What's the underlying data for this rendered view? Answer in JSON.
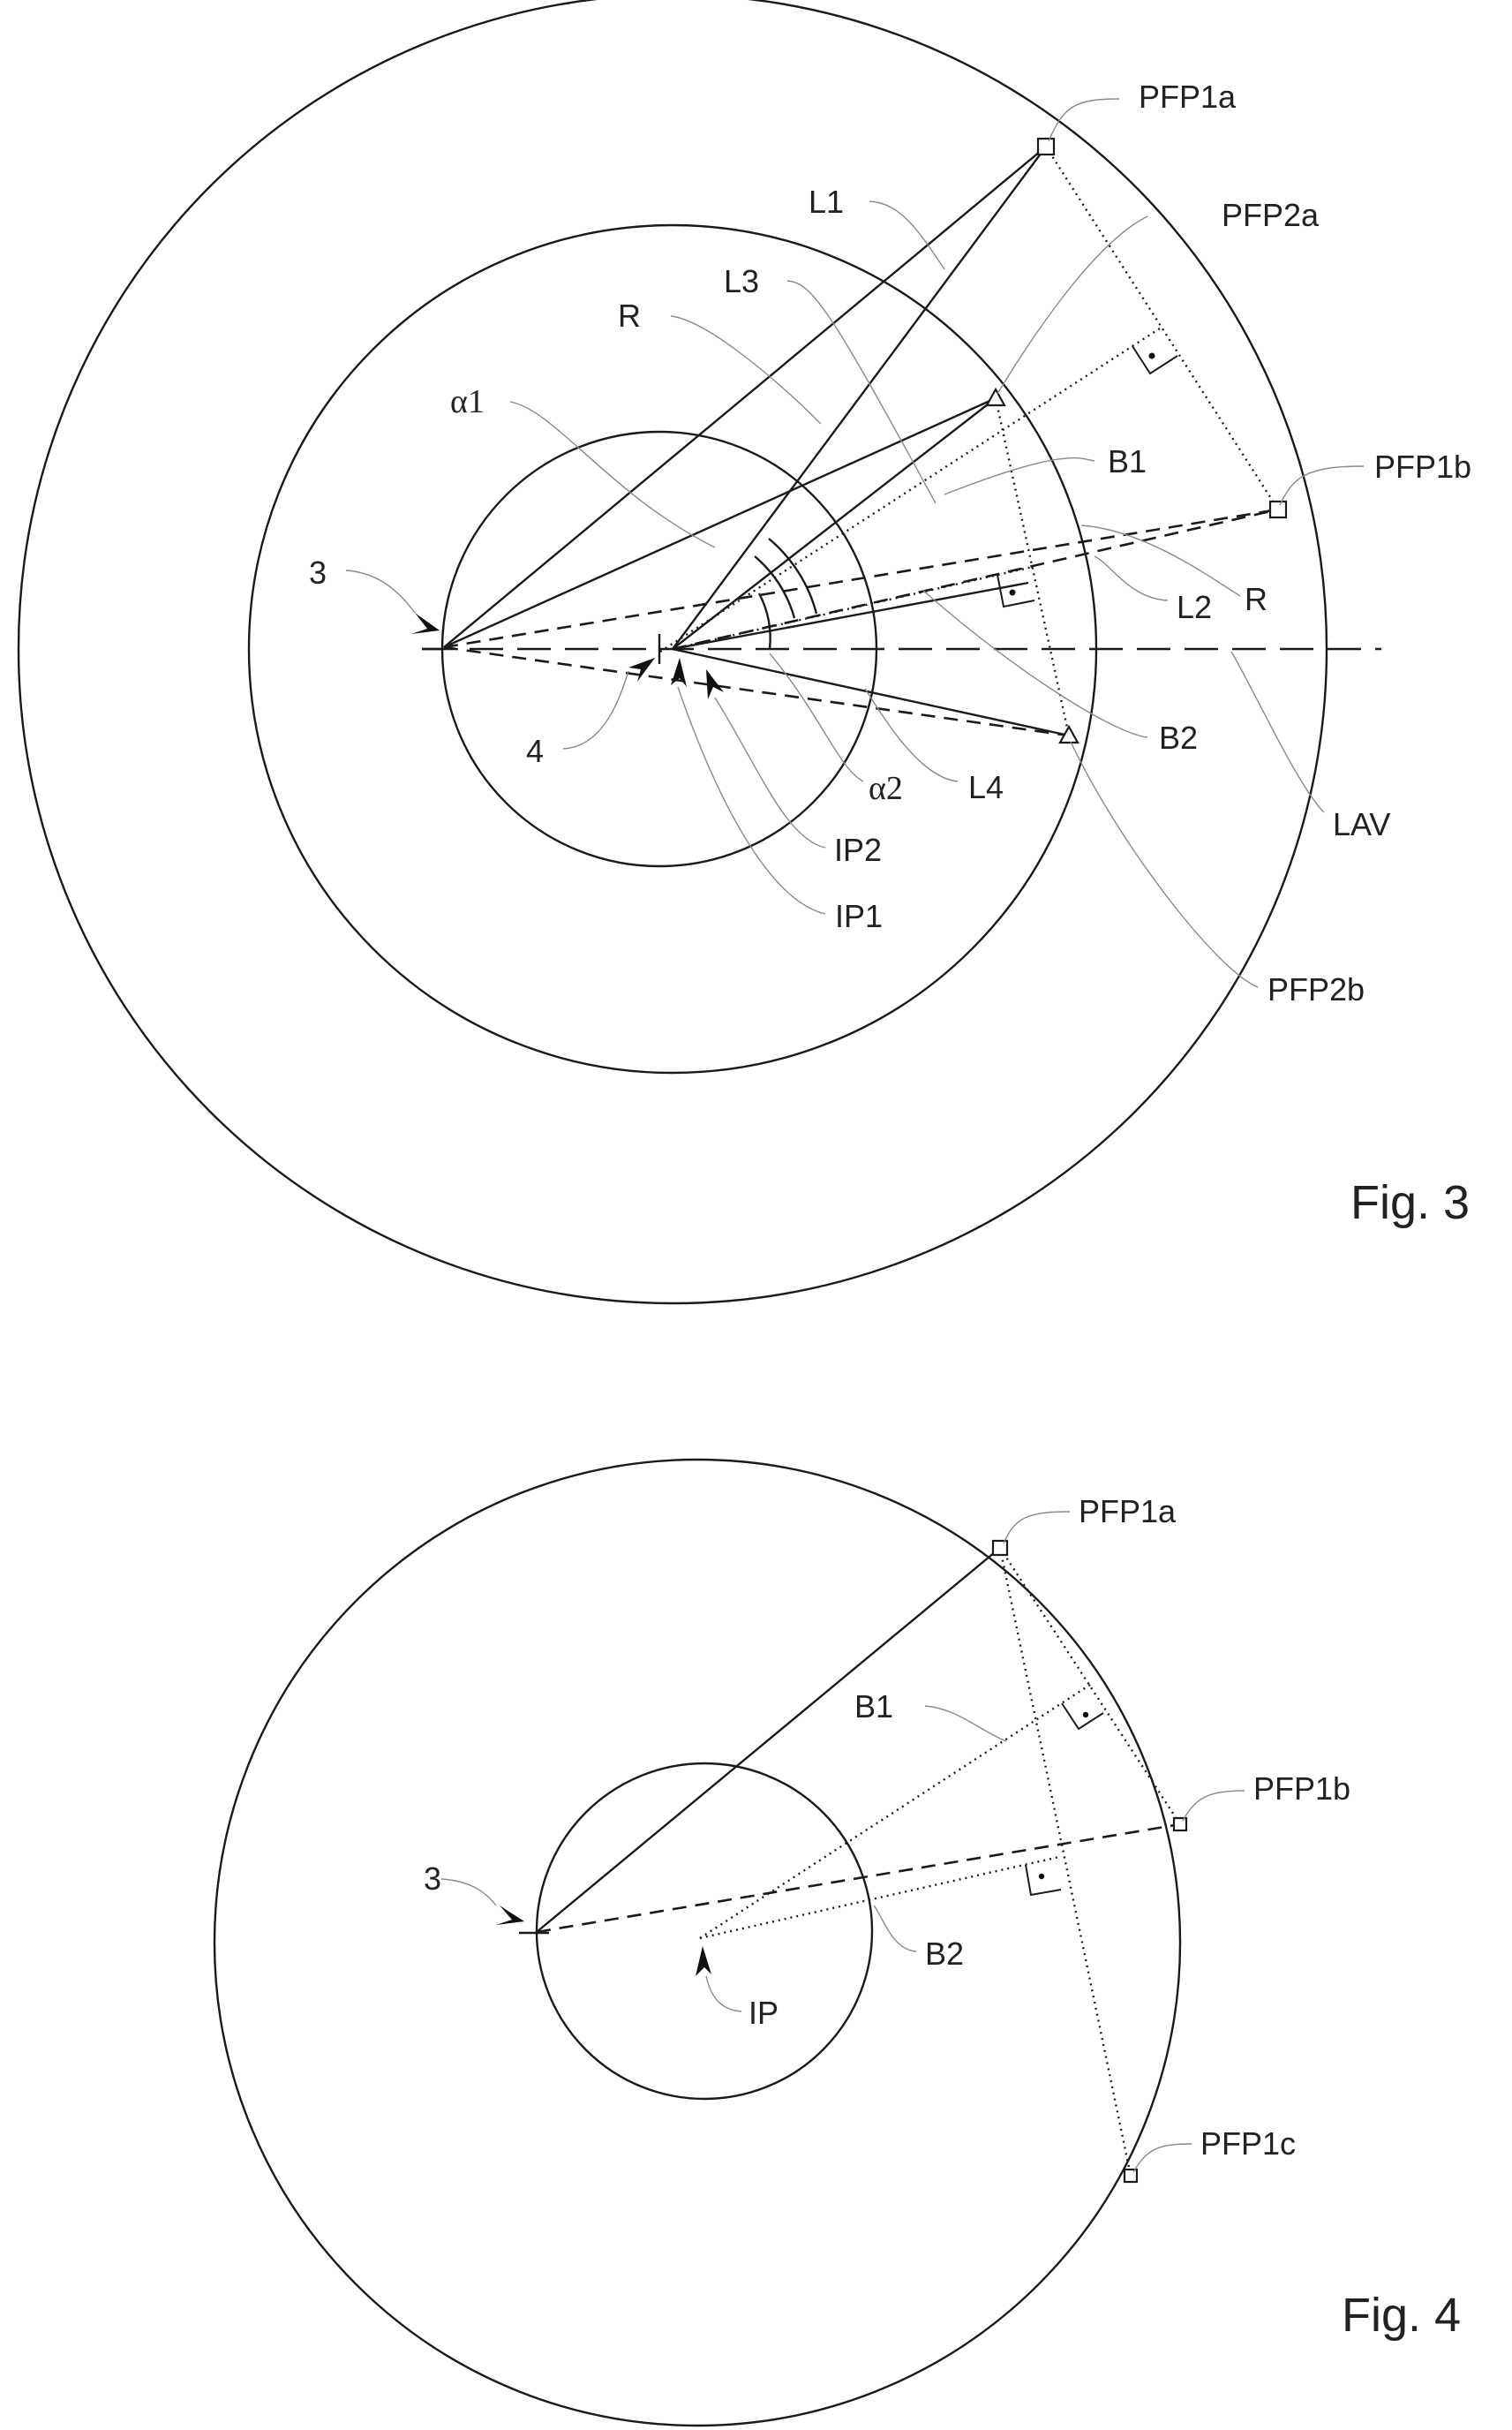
{
  "figure3": {
    "title": "Fig. 3",
    "labels": {
      "pfp1a": "PFP1a",
      "pfp1b": "PFP1b",
      "pfp2a": "PFP2a",
      "pfp2b": "PFP2b",
      "l1": "L1",
      "l2": "L2",
      "l3": "L3",
      "l4": "L4",
      "r_upper": "R",
      "r_lower": "R",
      "b1": "B1",
      "b2": "B2",
      "alpha1": "α1",
      "alpha2": "α2",
      "ref3": "3",
      "ref4": "4",
      "ip1": "IP1",
      "ip2": "IP2",
      "lav": "LAV"
    }
  },
  "figure4": {
    "title": "Fig. 4",
    "labels": {
      "pfp1a": "PFP1a",
      "pfp1b": "PFP1b",
      "pfp1c": "PFP1c",
      "b1": "B1",
      "b2": "B2",
      "ref3": "3",
      "ip": "IP"
    }
  }
}
